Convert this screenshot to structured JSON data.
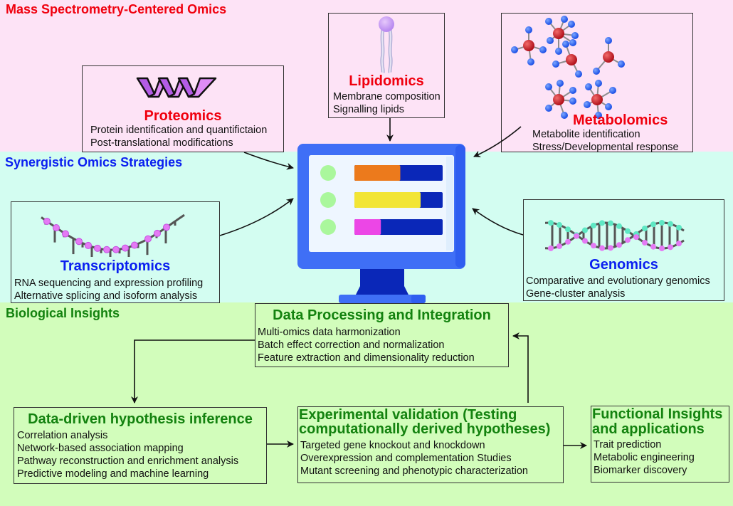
{
  "sections": {
    "mass_spec": {
      "title": "Mass Spectrometry-Centered Omics",
      "color": "#f0000e"
    },
    "synergistic": {
      "title": "Synergistic Omics Strategies",
      "color": "#0a1ff0"
    },
    "biological": {
      "title": "Biological Insights",
      "color": "#13820f"
    }
  },
  "omics": {
    "proteomics": {
      "title": "Proteomics",
      "icon": "protein-helix-icon",
      "lines": [
        "Protein identification and quantifictaion",
        "Post-translational modifications"
      ]
    },
    "lipidomics": {
      "title": "Lipidomics",
      "icon": "lipid-molecule-icon",
      "lines": [
        "Membrane composition",
        "Signalling lipids"
      ]
    },
    "metabolomics": {
      "title": "Metabolomics",
      "icon": "metabolite-molecules-icon",
      "lines": [
        "Metabolite identification",
        "Stress/Developmental response"
      ]
    },
    "transcriptomics": {
      "title": "Transcriptomics",
      "icon": "rna-strand-icon",
      "lines": [
        "RNA sequencing and expression profiling",
        "Alternative splicing and isoform analysis"
      ]
    },
    "genomics": {
      "title": "Genomics",
      "icon": "dna-double-helix-icon",
      "lines": [
        "Comparative and evolutionary genomics",
        "Gene-cluster analysis"
      ]
    }
  },
  "central_icon": {
    "name": "computer-monitor-icon",
    "bars": [
      {
        "fill": 0.52,
        "color": "#ec7a1c"
      },
      {
        "fill": 0.75,
        "color": "#f2e535"
      },
      {
        "fill": 0.3,
        "color": "#ec46e6"
      }
    ]
  },
  "workflow": {
    "processing": {
      "title": "Data Processing and Integration",
      "lines": [
        "Multi-omics data harmonization",
        "Batch effect correction and normalization",
        "Feature extraction and dimensionality reduction"
      ]
    },
    "hypothesis": {
      "title": "Data-driven hypothesis inference",
      "lines": [
        "Correlation analysis",
        "Network-based association mapping",
        "Pathway reconstruction and enrichment analysis",
        "Predictive modeling and machine learning"
      ]
    },
    "validation": {
      "title_lines": [
        "Experimental validation (Testing",
        "computationally derived hypotheses)"
      ],
      "lines": [
        "Targeted gene knockout and knockdown",
        "Overexpression and complementation Studies",
        "Mutant screening and phenotypic characterization"
      ]
    },
    "functional": {
      "title_lines": [
        "Functional Insights",
        "and applications"
      ],
      "lines": [
        "Trait prediction",
        "Metabolic engineering",
        "Biomarker discovery"
      ]
    }
  }
}
